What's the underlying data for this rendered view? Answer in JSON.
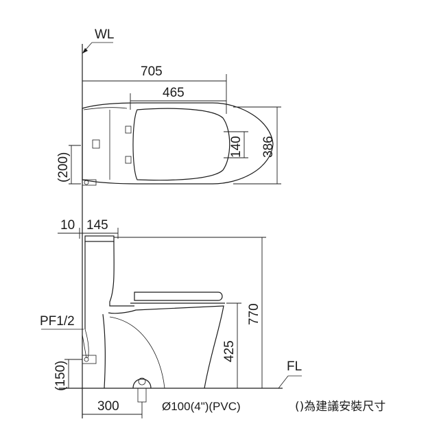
{
  "labels": {
    "wall_line": "WL",
    "floor_line": "FL",
    "pipe_fitting": "PF1/2",
    "drain_spec": "Ø100(4\")(PVC)",
    "note": "()為建議安裝尺寸"
  },
  "dimensions": {
    "total_length": "705",
    "seat_length": "465",
    "bowl_width": "140",
    "total_width": "386",
    "supply_height_top": "(200)",
    "wall_gap": "10",
    "tank_depth": "145",
    "total_height": "770",
    "seat_height": "425",
    "supply_height_side": "(150)",
    "rough_in": "300"
  }
}
